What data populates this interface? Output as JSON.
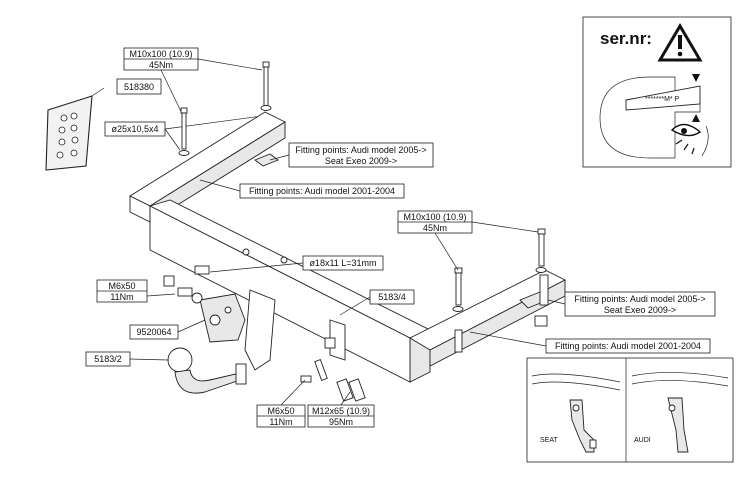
{
  "labels": {
    "bolt_top_left": "M10x100 (10.9)",
    "torque_top_left": "45Nm",
    "part_518380": "518380",
    "washer": "ø25x10,5x4",
    "fit_2005_top_line1": "Fitting points: Audi model 2005->",
    "fit_2005_top_line2": "Seat Exeo 2009->",
    "fit_2001_top": "Fitting points: Audi model 2001-2004",
    "bolt_right": "M10x100 (10.9)",
    "torque_right": "45Nm",
    "pin": "ø18x11 L=31mm",
    "bolt_m6_left": "M6x50",
    "torque_m6_left": "11Nm",
    "part_5183_4": "5183/4",
    "part_9520064": "9520064",
    "part_5183_2": "5183/2",
    "fit_2005_right_line1": "Fitting points: Audi model 2005->",
    "fit_2005_right_line2": "Seat Exeo 2009->",
    "fit_2001_right": "Fitting points: Audi model 2001-2004",
    "bolt_m6_bottom": "M6x50",
    "torque_m6_bottom": "11Nm",
    "bolt_m12": "M12x65 (10.9)",
    "torque_m12": "95Nm",
    "inset_seat": "SEAT",
    "inset_audi": "AUDI"
  },
  "warning": {
    "title": "ser.nr:",
    "plate_text": "*******M* P"
  }
}
